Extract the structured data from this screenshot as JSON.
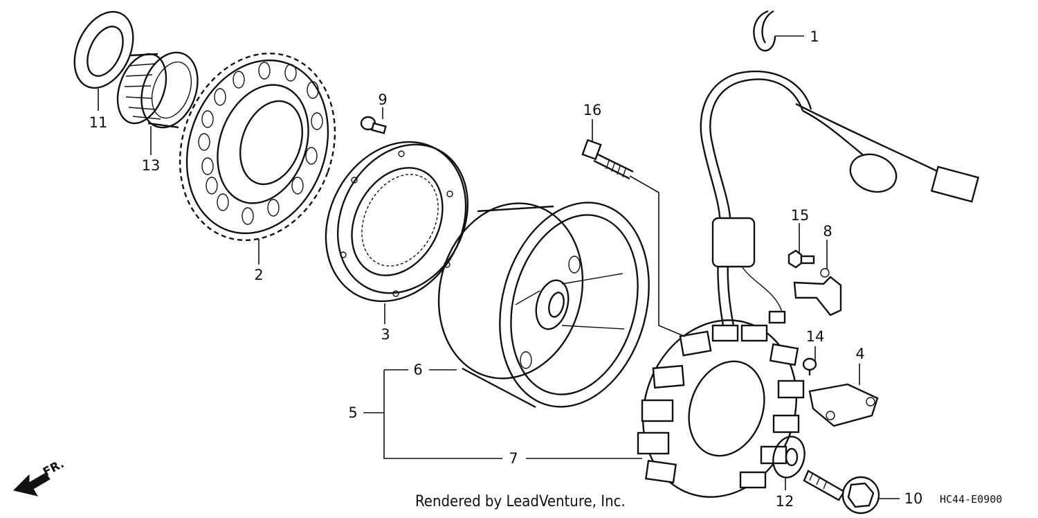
{
  "diagram": {
    "callouts": {
      "c1": "1",
      "c2": "2",
      "c3": "3",
      "c4": "4",
      "c5": "5",
      "c6": "6",
      "c7": "7",
      "c8": "8",
      "c9": "9",
      "c10": "10",
      "c11": "11",
      "c12": "12",
      "c13": "13",
      "c14": "14",
      "c15": "15",
      "c16": "16"
    },
    "direction_label": "FR.",
    "credit": "Rendered by LeadVenture, Inc.",
    "diagram_code": "HC44-E0900"
  }
}
